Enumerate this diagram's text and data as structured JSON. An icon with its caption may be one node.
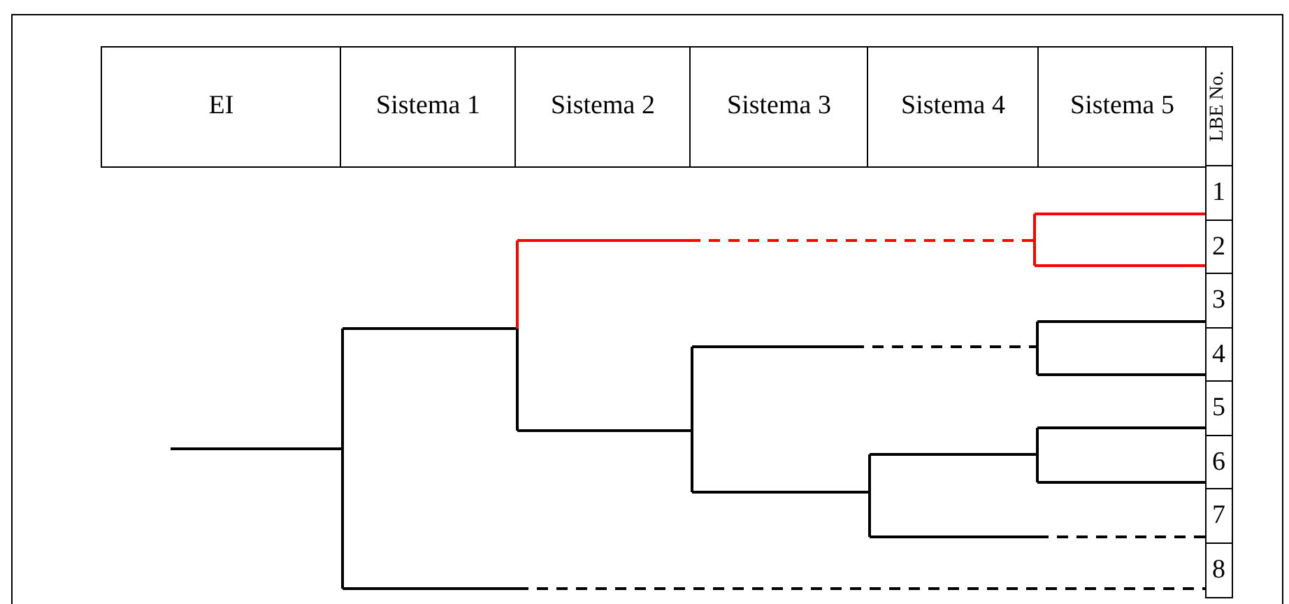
{
  "diagram": {
    "labels": [
      "EI",
      "Sistema 1",
      "Sistema 2",
      "Sistema 3",
      "Sistema 4",
      "Sistema 5",
      "LBE No.",
      "1",
      "2",
      "3",
      "4",
      "5",
      "6",
      "7",
      "8"
    ]
  }
}
